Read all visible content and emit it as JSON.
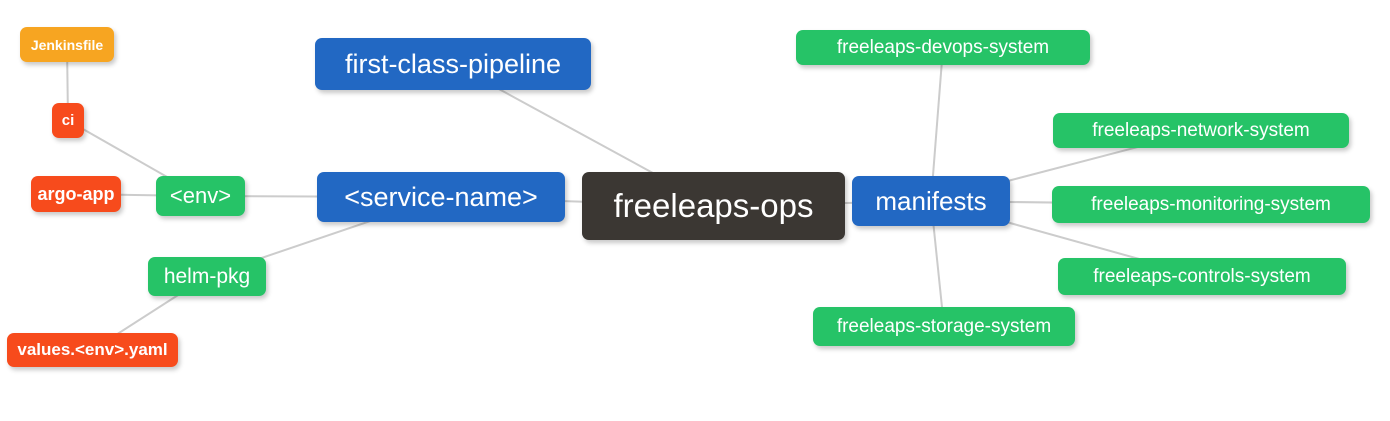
{
  "diagram": {
    "type": "mindmap",
    "background": "#ffffff",
    "root": "freeleaps-ops"
  },
  "colors": {
    "orange": "#f7a521",
    "red": "#f74b1c",
    "green": "#26c367",
    "blue": "#2268c3",
    "dark": "#3b3733",
    "edge": "#cccccc",
    "node_text": "#ffffff"
  },
  "nodes": {
    "jenkinsfile": {
      "label": "Jenkinsfile",
      "color": "orange"
    },
    "ci": {
      "label": "ci",
      "color": "red"
    },
    "argo_app": {
      "label": "argo-app",
      "color": "red"
    },
    "env": {
      "label": "<env>",
      "color": "green"
    },
    "helm_pkg": {
      "label": "helm-pkg",
      "color": "green"
    },
    "values_env_yaml": {
      "label": "values.<env>.yaml",
      "color": "red"
    },
    "first_class_pipeline": {
      "label": "first-class-pipeline",
      "color": "blue"
    },
    "service_name": {
      "label": "<service-name>",
      "color": "blue"
    },
    "freeleaps_ops": {
      "label": "freeleaps-ops",
      "color": "dark"
    },
    "manifests": {
      "label": "manifests",
      "color": "blue"
    },
    "devops_system": {
      "label": "freeleaps-devops-system",
      "color": "green"
    },
    "network_system": {
      "label": "freeleaps-network-system",
      "color": "green"
    },
    "monitoring_system": {
      "label": "freeleaps-monitoring-system",
      "color": "green"
    },
    "controls_system": {
      "label": "freeleaps-controls-system",
      "color": "green"
    },
    "storage_system": {
      "label": "freeleaps-storage-system",
      "color": "green"
    }
  },
  "edges": [
    [
      "jenkinsfile",
      "ci"
    ],
    [
      "ci",
      "env"
    ],
    [
      "argo_app",
      "env"
    ],
    [
      "env",
      "service_name"
    ],
    [
      "service_name",
      "helm_pkg"
    ],
    [
      "helm_pkg",
      "values_env_yaml"
    ],
    [
      "first_class_pipeline",
      "freeleaps_ops"
    ],
    [
      "service_name",
      "freeleaps_ops"
    ],
    [
      "freeleaps_ops",
      "manifests"
    ],
    [
      "manifests",
      "devops_system"
    ],
    [
      "manifests",
      "network_system"
    ],
    [
      "manifests",
      "monitoring_system"
    ],
    [
      "manifests",
      "controls_system"
    ],
    [
      "manifests",
      "storage_system"
    ]
  ]
}
